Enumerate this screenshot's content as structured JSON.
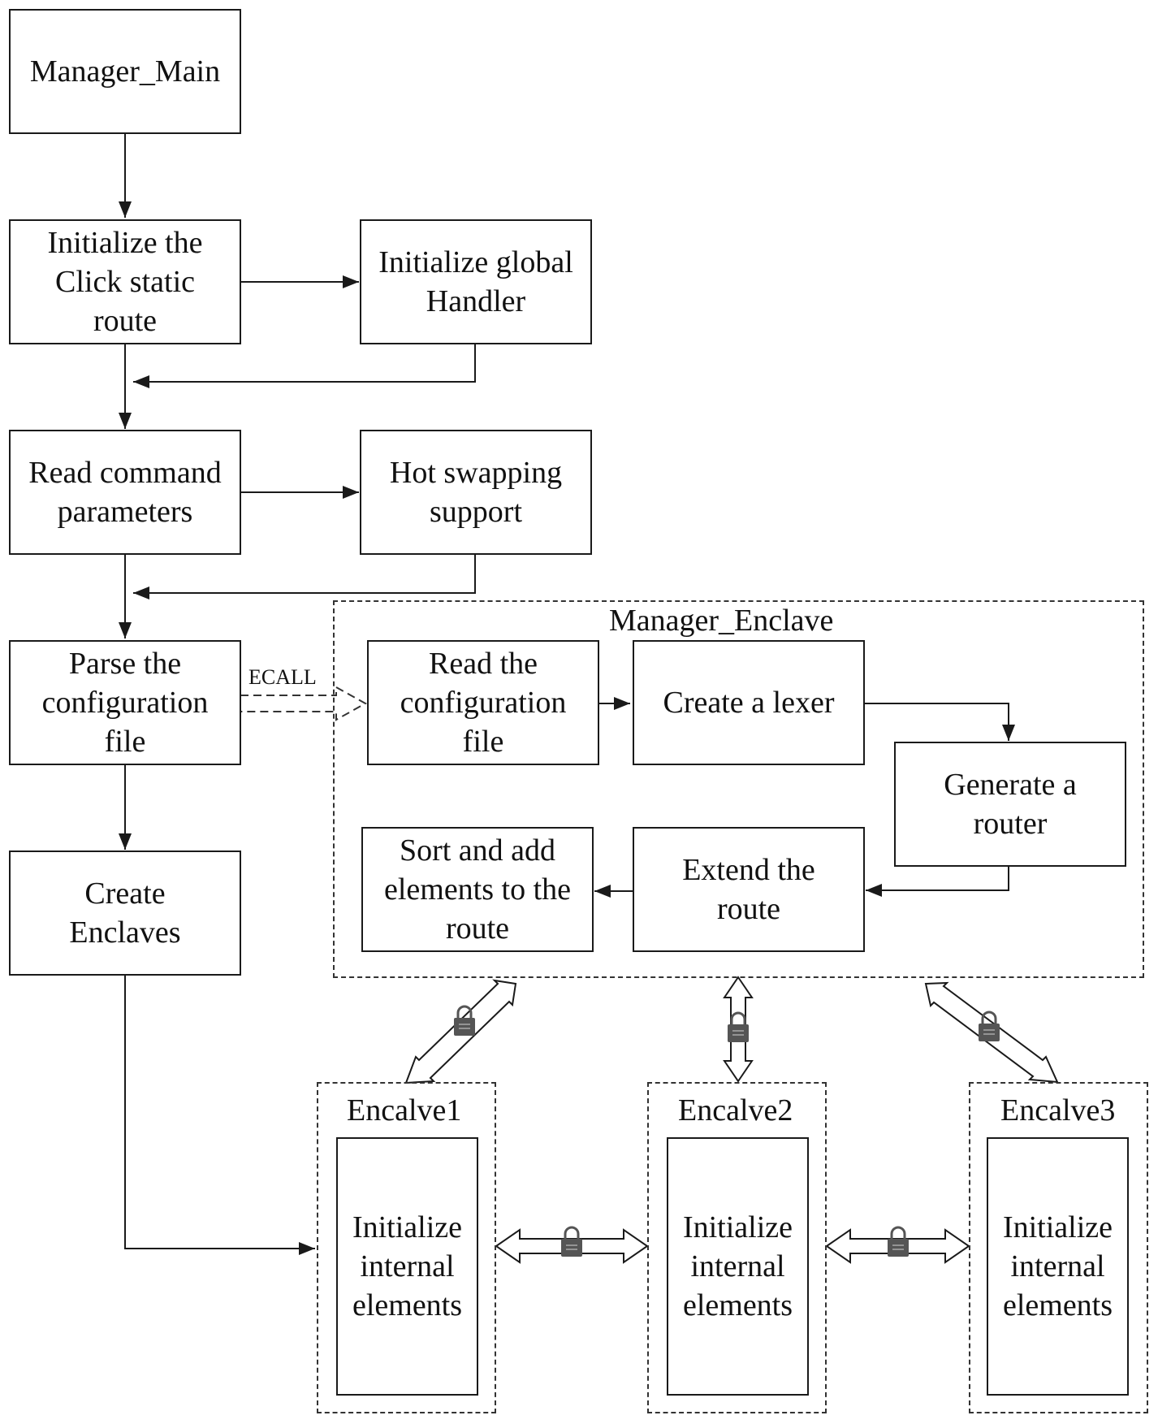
{
  "nodes": {
    "manager_main": "Manager_Main",
    "init_click": "Initialize the\nClick static\nroute",
    "init_handler": "Initialize global\nHandler",
    "read_params": "Read command\nparameters",
    "hot_swap": "Hot swapping\nsupport",
    "parse_config": "Parse the\nconfiguration\nfile",
    "create_enclaves": "Create\nEnclaves",
    "read_config": "Read the\nconfiguration\nfile",
    "create_lexer": "Create a lexer",
    "gen_router": "Generate a\nrouter",
    "extend_route": "Extend the\nroute",
    "sort_add": "Sort and add\nelements to the\nroute"
  },
  "groups": {
    "manager_enclave": "Manager_Enclave",
    "enclave1": "Encalve1",
    "enclave2": "Encalve2",
    "enclave3": "Encalve3"
  },
  "enclave_inner": {
    "e1": "Initialize\ninternal\nelements",
    "e2": "Initialize\ninternal\nelements",
    "e3": "Initialize\ninternal\nelements"
  },
  "edge_labels": {
    "ecall": "ECALL"
  },
  "icons": {
    "lock": "padlock-icon"
  },
  "colors": {
    "stroke": "#1a1a1a",
    "lock": "#555555"
  }
}
